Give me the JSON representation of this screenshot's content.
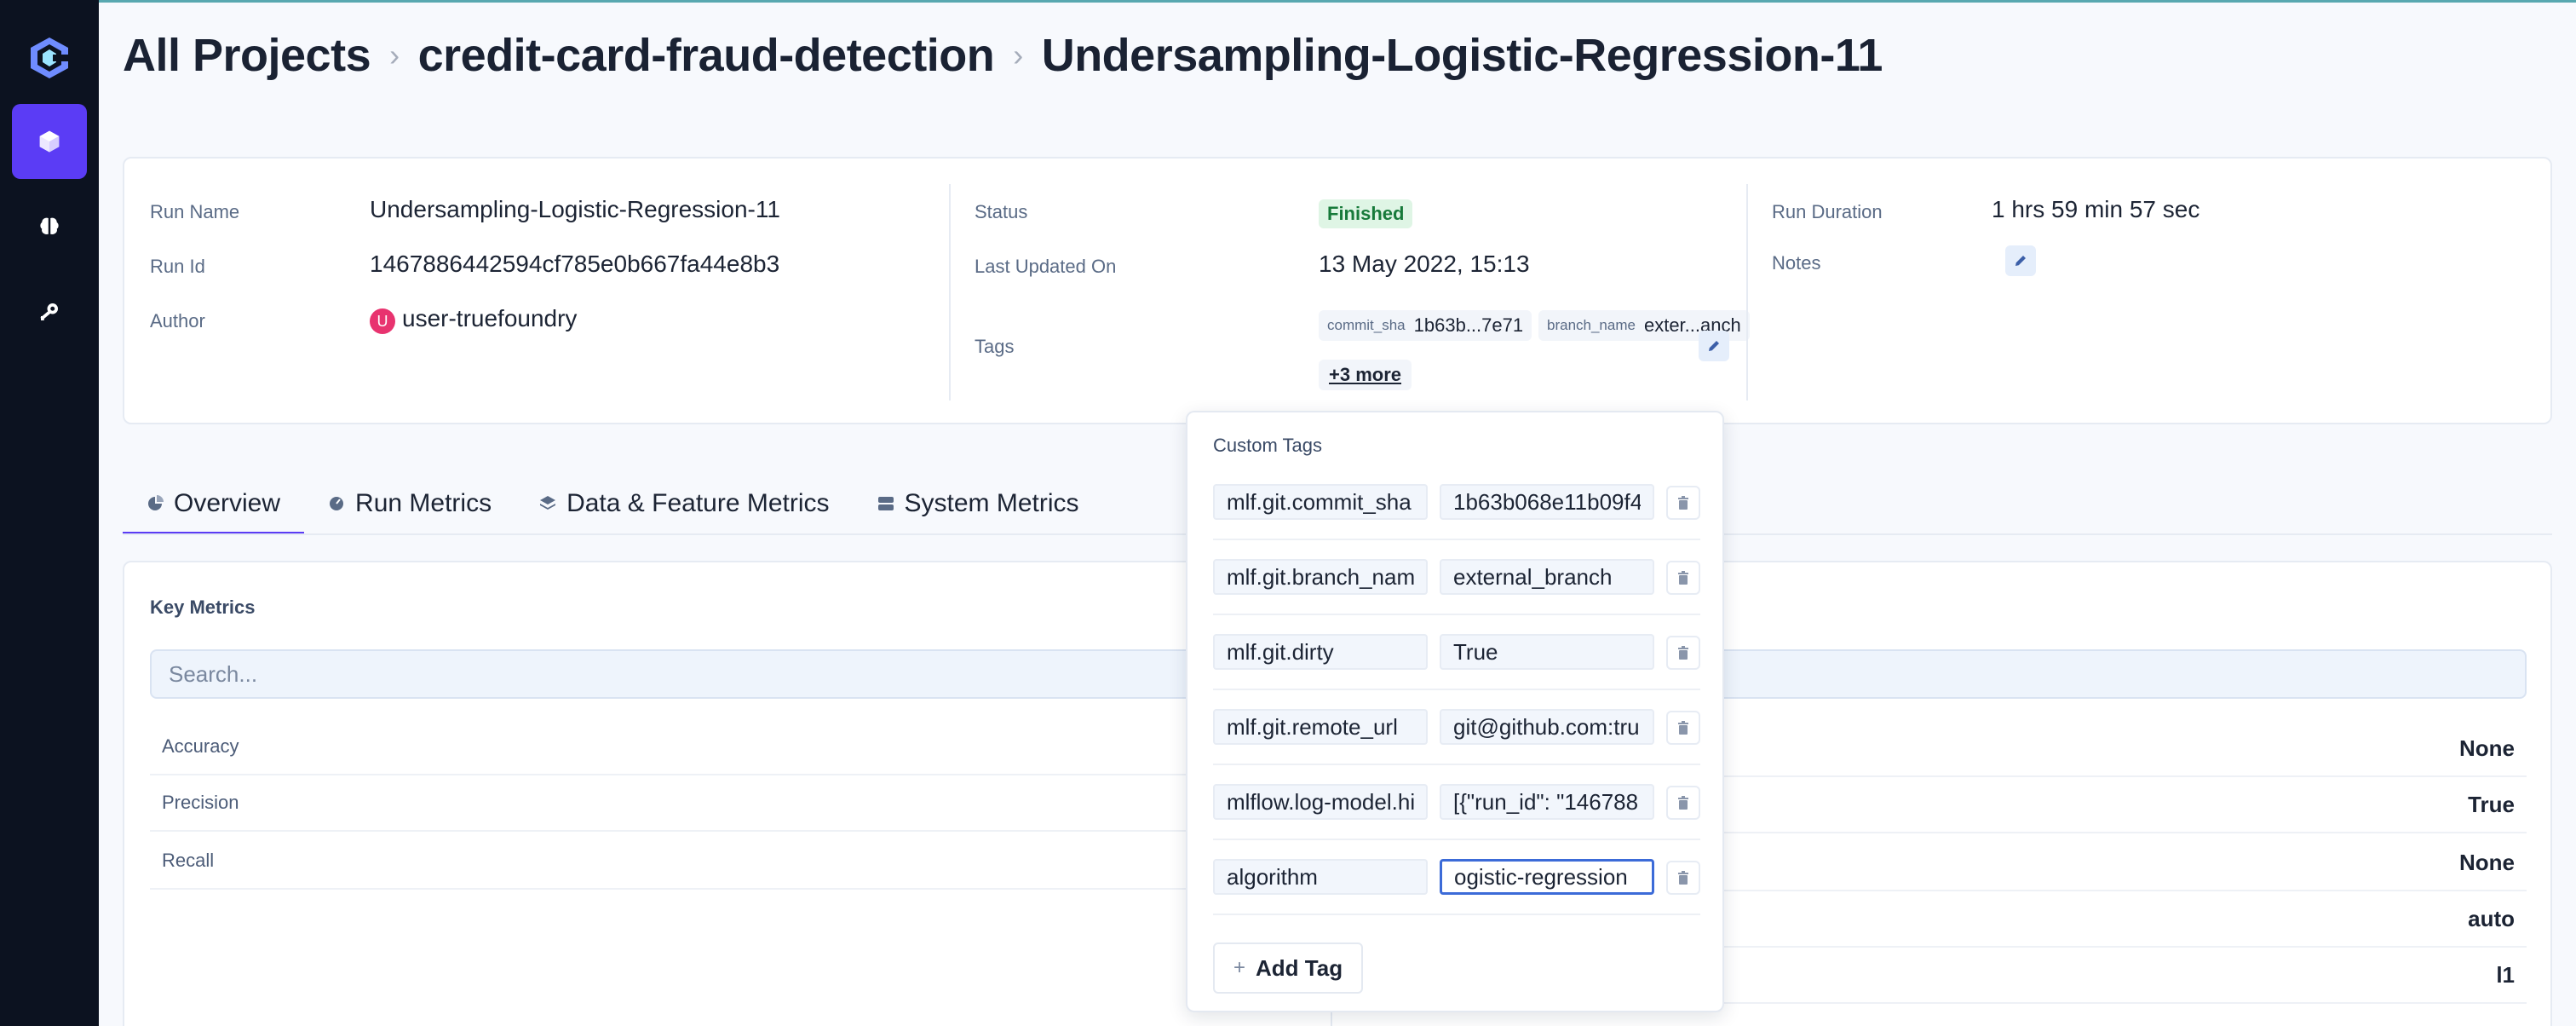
{
  "breadcrumb": {
    "root": "All Projects",
    "project": "credit-card-fraud-detection",
    "run": "Undersampling-Logistic-Regression-11"
  },
  "run_info": {
    "run_name_label": "Run Name",
    "run_name": "Undersampling-Logistic-Regression-11",
    "run_id_label": "Run Id",
    "run_id": "1467886442594cf785e0b667fa44e8b3",
    "author_label": "Author",
    "author_initial": "U",
    "author": "user-truefoundry",
    "status_label": "Status",
    "status": "Finished",
    "last_updated_label": "Last Updated On",
    "last_updated": "13 May 2022, 15:13",
    "tags_label": "Tags",
    "tags": [
      {
        "key": "commit_sha",
        "value": "1b63b...7e71"
      },
      {
        "key": "branch_name",
        "value": "exter...anch"
      }
    ],
    "more_tags": "+3 more",
    "duration_label": "Run Duration",
    "duration": "1 hrs 59 min 57 sec",
    "notes_label": "Notes"
  },
  "tabs": [
    {
      "label": "Overview",
      "icon": "pie-chart-icon"
    },
    {
      "label": "Run Metrics",
      "icon": "gauge-icon"
    },
    {
      "label": "Data & Feature Metrics",
      "icon": "layers-icon"
    },
    {
      "label": "System Metrics",
      "icon": "server-icon"
    }
  ],
  "overview": {
    "key_metrics_title": "Key Metrics",
    "search_placeholder": "Search...",
    "metrics": [
      "Accuracy",
      "Precision",
      "Recall"
    ],
    "param_values": [
      "None",
      "True",
      "None",
      "auto",
      "l1"
    ]
  },
  "custom_tags_popover": {
    "title": "Custom Tags",
    "rows": [
      {
        "key": "mlf.git.commit_sha",
        "value": "1b63b068e11b09f4"
      },
      {
        "key": "mlf.git.branch_name",
        "value": "external_branch"
      },
      {
        "key": "mlf.git.dirty",
        "value": "True"
      },
      {
        "key": "mlf.git.remote_url",
        "value": "git@github.com:tru"
      },
      {
        "key": "mlflow.log-model.hi",
        "value": "[{\"run_id\": \"146788"
      },
      {
        "key": "algorithm",
        "value": "ogistic-regression"
      }
    ],
    "add_tag_label": "Add Tag"
  },
  "colors": {
    "sidebar_bg": "#0c1220",
    "accent": "#5b3cf5",
    "status_bg": "#dff5e5",
    "status_text": "#177a3a",
    "avatar": "#e8336f"
  }
}
